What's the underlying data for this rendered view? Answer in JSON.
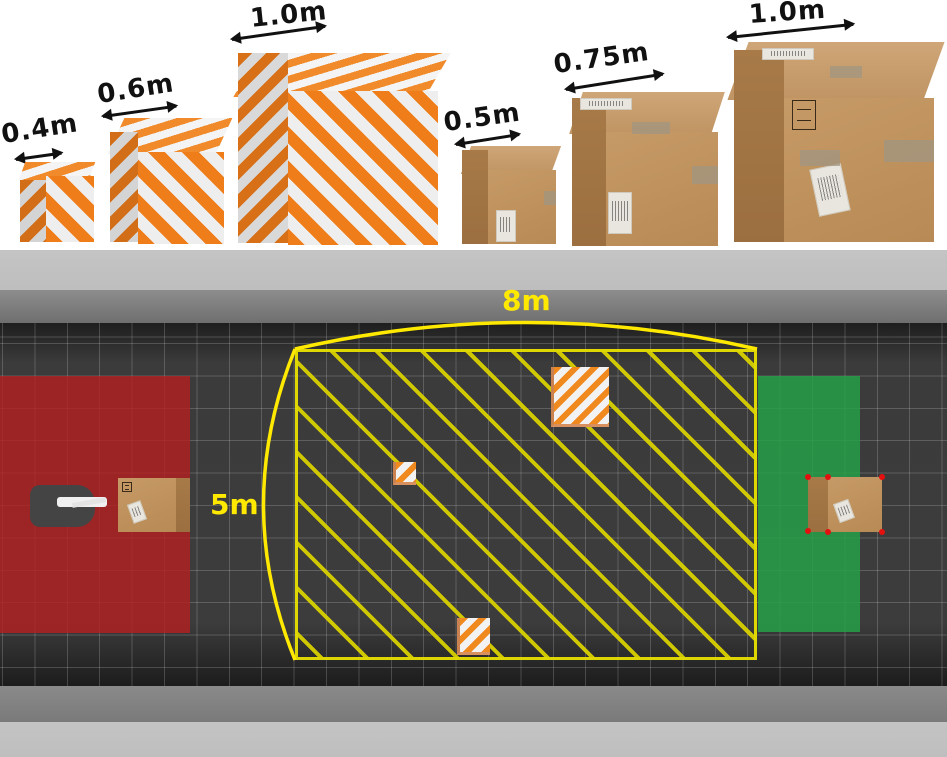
{
  "figure": {
    "top_row": {
      "striped_boxes": [
        {
          "label": "0.4m",
          "size_m": 0.4
        },
        {
          "label": "0.6m",
          "size_m": 0.6
        },
        {
          "label": "1.0m",
          "size_m": 1.0
        }
      ],
      "cardboard_boxes": [
        {
          "label": "0.5m",
          "size_m": 0.5
        },
        {
          "label": "0.75m",
          "size_m": 0.75
        },
        {
          "label": "1.0m",
          "size_m": 1.0
        }
      ]
    },
    "scene": {
      "obstacle_area": {
        "width_label": "8m",
        "height_label": "5m",
        "hatch_color": "#e8e000"
      },
      "start_zone": {
        "color": "#b22020"
      },
      "goal_zone": {
        "color": "#26a048"
      },
      "obstacles_count": 3,
      "marker_color": "#e41010"
    }
  }
}
